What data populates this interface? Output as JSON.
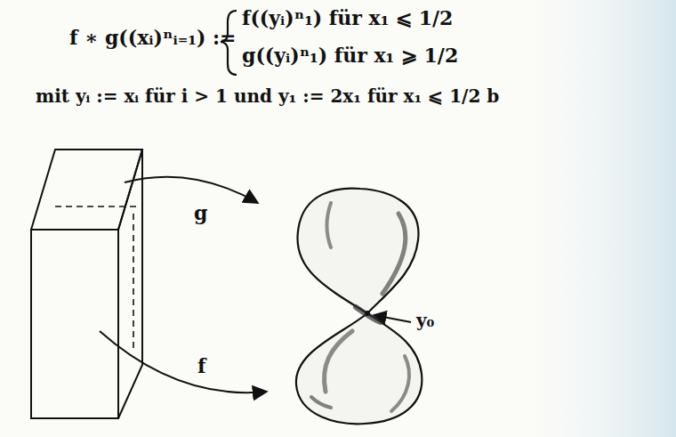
{
  "diagram": {
    "labels": [
      "f ∗ g((xᵢ)ⁿᵢ₌₁) :=",
      "f((yᵢ)ⁿ₁) für x₁ ⩽ 1/2",
      "g((yᵢ)ⁿ₁) für x₁ ⩾ 1/2",
      "mit yᵢ := xᵢ für i > 1 und y₁ := 2x₁ für x₁ ⩽ 1/2 b",
      "g",
      "f",
      "y₀"
    ]
  }
}
